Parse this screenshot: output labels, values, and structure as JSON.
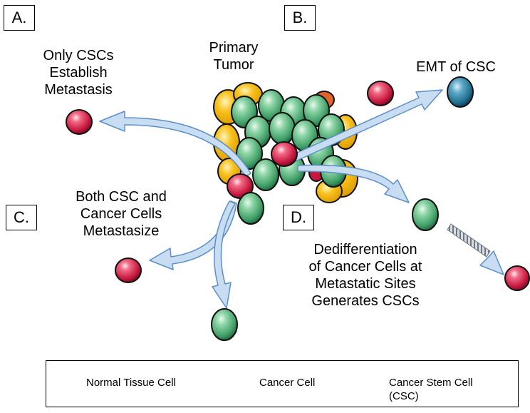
{
  "panels": {
    "a": "A.",
    "b": "B.",
    "c": "C.",
    "d": "D."
  },
  "captions": {
    "primary_tumor": [
      "Primary",
      "Tumor"
    ],
    "only_cscs": [
      "Only CSCs",
      "Establish",
      "Metastasis"
    ],
    "emt": [
      "EMT of CSC"
    ],
    "both": [
      "Both CSC and",
      "Cancer Cells",
      "Metastasize"
    ],
    "dediff": [
      "Dedifferentiation",
      "of Cancer Cells at",
      "Metastatic Sites",
      "Generates CSCs"
    ]
  },
  "legend": {
    "normal": "Normal Tissue Cell",
    "cancer": "Cancer Cell",
    "csc_line1": "Cancer Stem Cell",
    "csc_line2": "(CSC)"
  },
  "colors": {
    "normal_cell": "#f7c01a",
    "cancer_cell": "#4fae78",
    "cancer_stem_cell": "#c8183e",
    "emt_cell": "#1f6f8f",
    "arrow": "#c9ddf2"
  }
}
